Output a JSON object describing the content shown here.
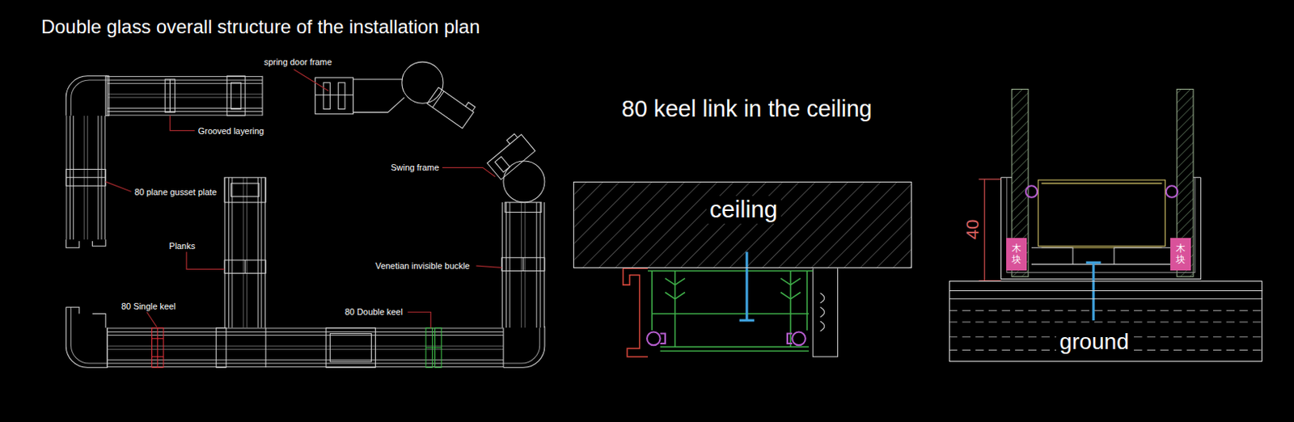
{
  "diagram": {
    "title": "Double glass overall structure of the installation plan",
    "nodes": [
      {
        "text": [
          "ceiling"
        ]
      },
      {
        "text": [
          "木块"
        ]
      },
      {
        "text": [
          "木块"
        ]
      },
      {
        "text": [
          "ground"
        ]
      }
    ],
    "labels": [
      "spring door frame",
      "Grooved layering",
      "Swing frame",
      "80 plane gusset plate",
      "Planks",
      "Venetian invisible buckle",
      "80 Single keel",
      "80 Double keel",
      "80 keel link in the ceiling",
      "40"
    ]
  }
}
